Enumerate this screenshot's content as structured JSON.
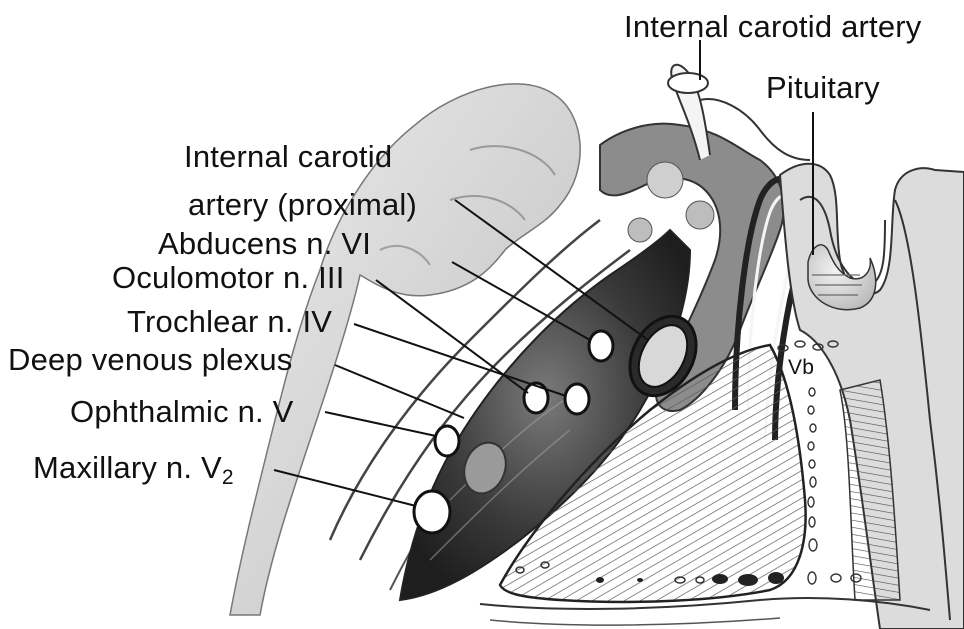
{
  "labels": {
    "ica_distal": "Internal carotid artery",
    "pituitary": "Pituitary",
    "ica_proximal_line1": "Internal carotid",
    "ica_proximal_line2": "artery (proximal)",
    "abducens": "Abducens n. VI",
    "oculomotor": "Oculomotor n. III",
    "trochlear": "Trochlear n. IV",
    "deep_venous": "Deep venous plexus",
    "ophthalmic": "Ophthalmic n. V",
    "maxillary": "Maxillary n. V",
    "maxillary_subscript": "2",
    "vb": "Vb"
  },
  "colors": {
    "ink": "#111111",
    "shade_dark": "#3a3a3a",
    "shade_mid": "#8a8a8a",
    "shade_light": "#d4d4d4",
    "background": "#ffffff"
  }
}
